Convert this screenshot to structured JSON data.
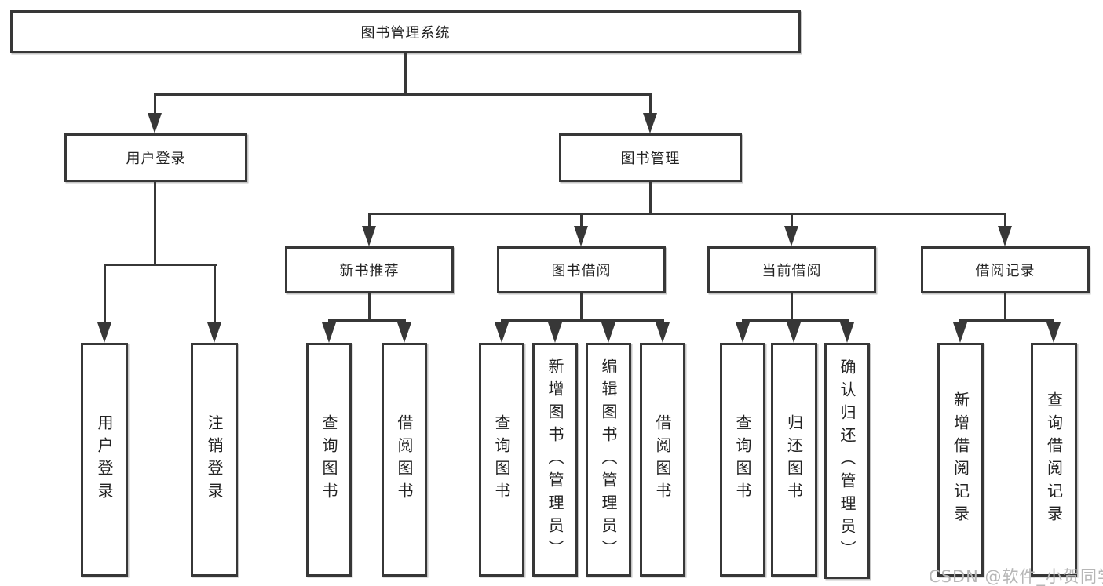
{
  "diagram": {
    "root_label": "图书管理系统",
    "nodes": {
      "user_login": "用户登录",
      "book_management": "图书管理",
      "new_book_recommend": "新书推荐",
      "book_borrowing": "图书借阅",
      "current_borrowing": "当前借阅",
      "borrowing_records": "借阅记录"
    },
    "leaves": {
      "user_login": [
        "用户登录",
        "注销登录"
      ],
      "new_book_recommend": [
        "查询图书",
        "借阅图书"
      ],
      "book_borrowing": [
        "查询图书",
        "新增图书（管理员）",
        "编辑图书（管理员）",
        "借阅图书"
      ],
      "current_borrowing": [
        "查询图书",
        "归还图书",
        "确认归还（管理员）"
      ],
      "borrowing_records": [
        "新增借阅记录",
        "查询借阅记录"
      ]
    }
  },
  "watermark": {
    "text": "CSDN @软件_小贺同学"
  },
  "colors": {
    "line": "#373737",
    "text": "#232323",
    "watermark": "#b6b6b6",
    "background": "#ffffff"
  }
}
